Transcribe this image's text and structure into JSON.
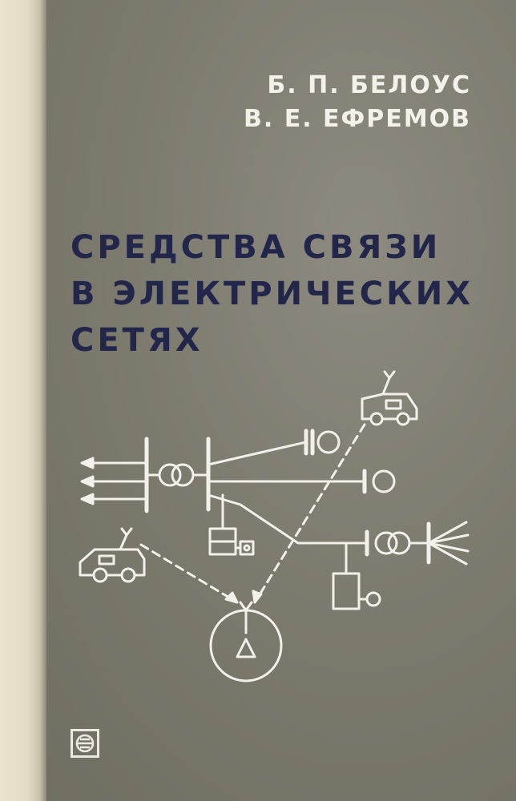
{
  "cover": {
    "authors": [
      "Б. П. БЕЛОУС",
      "В. Е. ЕФРЕМОВ"
    ],
    "title_lines": [
      "СРЕДСТВА СВЯЗИ",
      "В ЭЛЕКТРИЧЕСКИХ",
      "СЕТЯХ"
    ]
  },
  "icons": {
    "diagram": "power-grid-communication-schematic-icon",
    "publisher": "publisher-logo-icon"
  },
  "colors": {
    "cover_background": "#7d7a6e",
    "spine": "#e6e0c8",
    "title_text": "#22264a",
    "author_text": "#f3f1ea",
    "diagram_lines": "#f2f0e8"
  }
}
